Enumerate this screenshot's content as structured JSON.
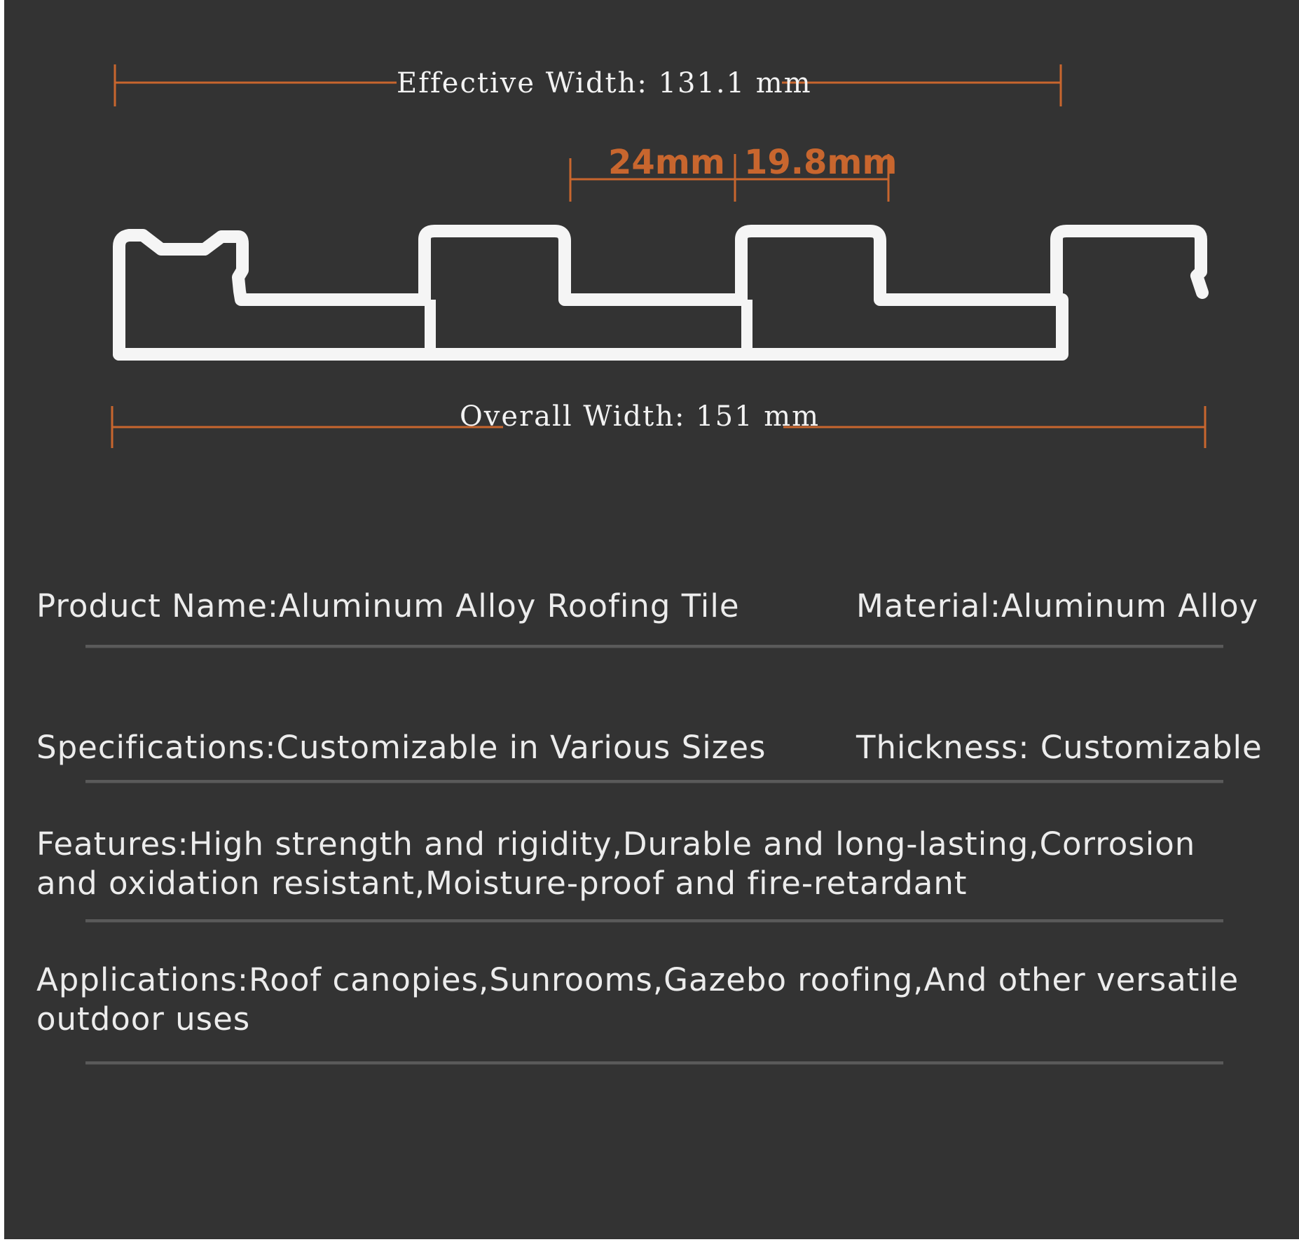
{
  "diagram": {
    "effective_width_label": "Effective Width: 131.1 mm",
    "overall_width_label": "Overall Width: 151 mm",
    "dim_24": "24mm",
    "dim_19_8": "19.8mm",
    "colors": {
      "background": "#333333",
      "dimension": "#c8662e",
      "profile": "#f5f5f5"
    }
  },
  "specs": {
    "product_name": "Product Name:Aluminum Alloy Roofing Tile",
    "material": "Material:Aluminum Alloy",
    "specifications": "Specifications:Customizable in Various Sizes",
    "thickness": "Thickness: Customizable",
    "features_line1": "Features:High strength and rigidity,Durable and long-lasting,Corrosion",
    "features_line2": "and oxidation resistant,Moisture-proof and fire-retardant",
    "applications_line1": "Applications:Roof canopies,Sunrooms,Gazebo roofing,And other versatile",
    "applications_line2": " outdoor uses"
  }
}
